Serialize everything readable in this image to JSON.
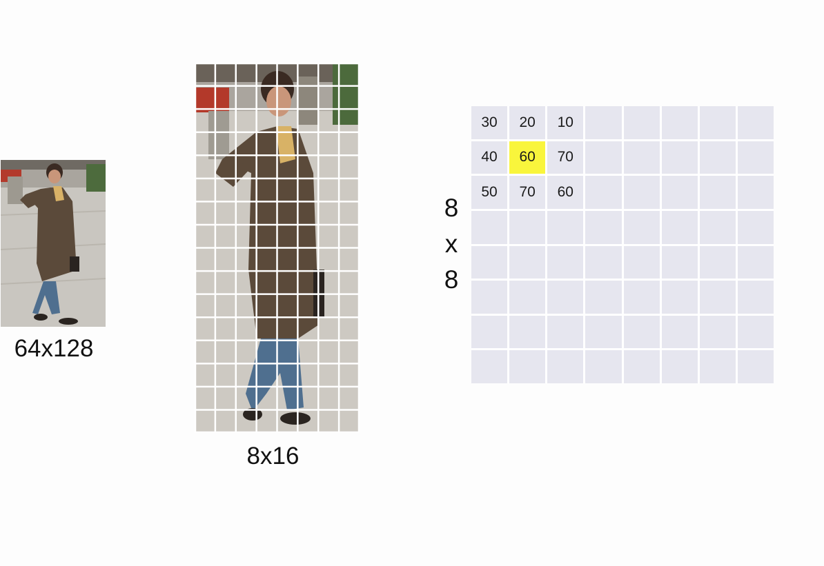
{
  "small_image": {
    "caption": "64x128"
  },
  "grid_image": {
    "caption": "8x16",
    "columns": 8,
    "rows": 16
  },
  "cell_grid": {
    "label": [
      "8",
      "x",
      "8"
    ],
    "columns": 8,
    "rows": 8,
    "values": [
      [
        "30",
        "20",
        "10"
      ],
      [
        "40",
        "60",
        "70"
      ],
      [
        "50",
        "70",
        "60"
      ]
    ],
    "highlight": {
      "row": 1,
      "col": 1
    }
  },
  "colors": {
    "cell_fill": "#e6e6ef",
    "highlight": "#f9f53c",
    "grid_line": "#ffffff"
  },
  "icons": {
    "small_image": "pedestrian-photo",
    "grid_image": "pedestrian-photo-gridded"
  }
}
